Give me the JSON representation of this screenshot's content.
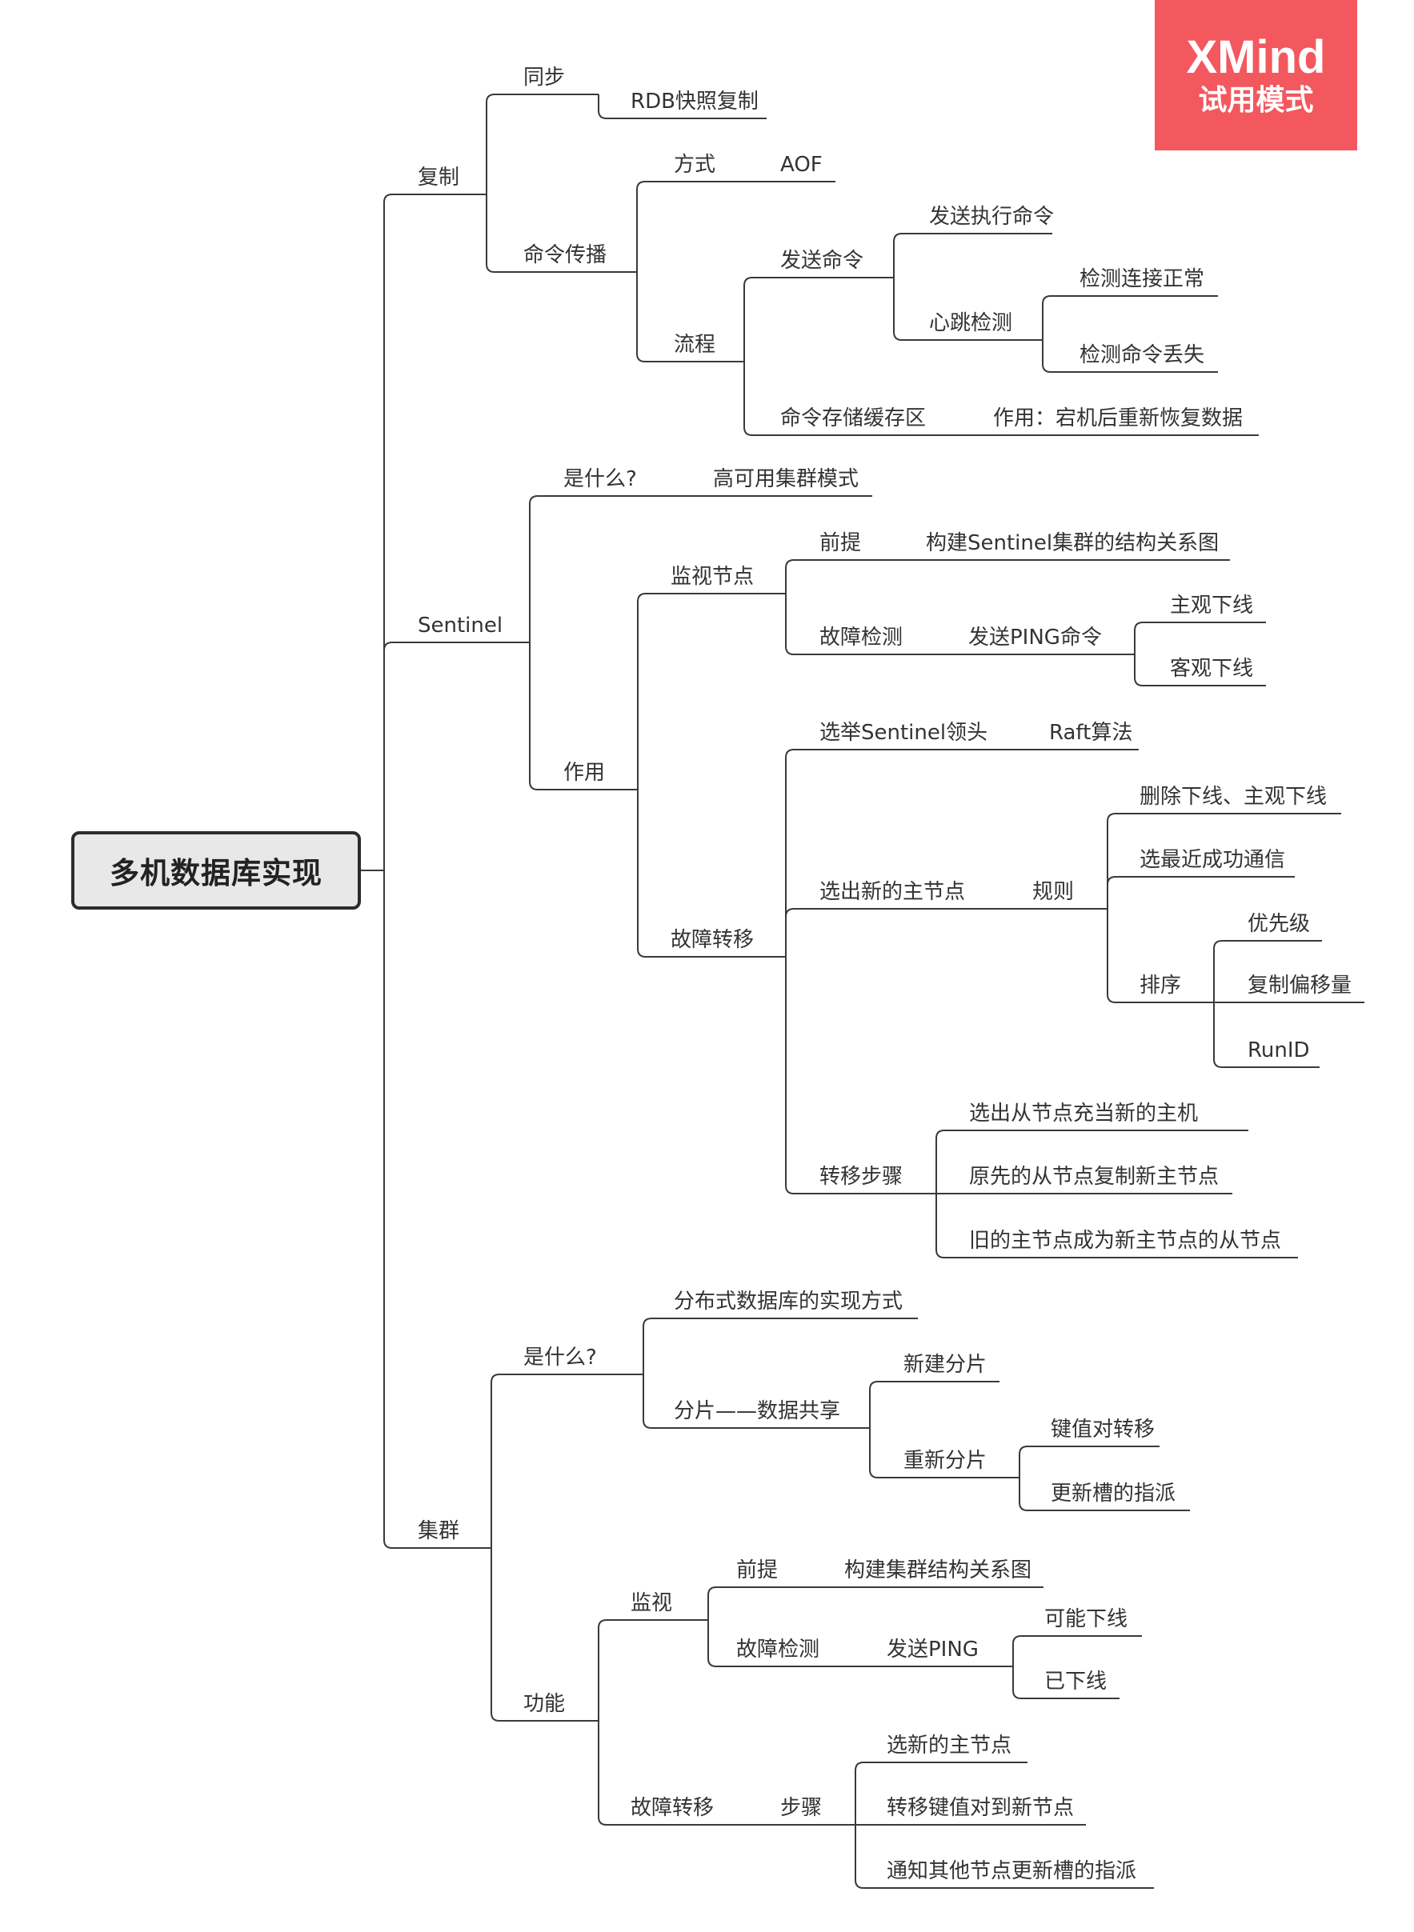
{
  "watermark": {
    "title": "XMind",
    "subtitle": "试用模式"
  },
  "colors": {
    "line": "#3a3a3a",
    "text": "#333333",
    "root_bg": "#e8e8e8",
    "watermark_bg": "#f2585e"
  },
  "mindmap": {
    "root": {
      "label": "多机数据库实现"
    },
    "topics": [
      {
        "label": "复制",
        "children": [
          {
            "label": "同步",
            "children": [
              {
                "label": "RDB快照复制"
              }
            ]
          },
          {
            "label": "命令传播",
            "children": [
              {
                "label": "方式",
                "children": [
                  {
                    "label": "AOF"
                  }
                ]
              },
              {
                "label": "流程",
                "children": [
                  {
                    "label": "发送命令",
                    "children": [
                      {
                        "label": "发送执行命令"
                      },
                      {
                        "label": "心跳检测",
                        "children": [
                          {
                            "label": "检测连接正常"
                          },
                          {
                            "label": "检测命令丢失"
                          }
                        ]
                      }
                    ]
                  },
                  {
                    "label": "命令存储缓存区",
                    "children": [
                      {
                        "label": "作用：宕机后重新恢复数据"
                      }
                    ]
                  }
                ]
              }
            ]
          }
        ]
      },
      {
        "label": "Sentinel",
        "children": [
          {
            "label": "是什么?",
            "children": [
              {
                "label": "高可用集群模式"
              }
            ]
          },
          {
            "label": "作用",
            "children": [
              {
                "label": "监视节点",
                "children": [
                  {
                    "label": "前提",
                    "children": [
                      {
                        "label": "构建Sentinel集群的结构关系图"
                      }
                    ]
                  },
                  {
                    "label": "故障检测",
                    "children": [
                      {
                        "label": "发送PING命令",
                        "children": [
                          {
                            "label": "主观下线"
                          },
                          {
                            "label": "客观下线"
                          }
                        ]
                      }
                    ]
                  }
                ]
              },
              {
                "label": "故障转移",
                "children": [
                  {
                    "label": "选举Sentinel领头",
                    "children": [
                      {
                        "label": "Raft算法"
                      }
                    ]
                  },
                  {
                    "label": "选出新的主节点",
                    "children": [
                      {
                        "label": "规则",
                        "children": [
                          {
                            "label": "删除下线、主观下线"
                          },
                          {
                            "label": "选最近成功通信"
                          },
                          {
                            "label": "排序",
                            "children": [
                              {
                                "label": "优先级"
                              },
                              {
                                "label": "复制偏移量"
                              },
                              {
                                "label": "RunID"
                              }
                            ]
                          }
                        ]
                      }
                    ]
                  },
                  {
                    "label": "转移步骤",
                    "children": [
                      {
                        "label": "选出从节点充当新的主机"
                      },
                      {
                        "label": "原先的从节点复制新主节点"
                      },
                      {
                        "label": "旧的主节点成为新主节点的从节点"
                      }
                    ]
                  }
                ]
              }
            ]
          }
        ]
      },
      {
        "label": "集群",
        "children": [
          {
            "label": "是什么?",
            "children": [
              {
                "label": "分布式数据库的实现方式"
              },
              {
                "label": "分片——数据共享",
                "children": [
                  {
                    "label": "新建分片"
                  },
                  {
                    "label": "重新分片",
                    "children": [
                      {
                        "label": "键值对转移"
                      },
                      {
                        "label": "更新槽的指派"
                      }
                    ]
                  }
                ]
              }
            ]
          },
          {
            "label": "功能",
            "children": [
              {
                "label": "监视",
                "children": [
                  {
                    "label": "前提",
                    "children": [
                      {
                        "label": "构建集群结构关系图"
                      }
                    ]
                  },
                  {
                    "label": "故障检测",
                    "children": [
                      {
                        "label": "发送PING",
                        "children": [
                          {
                            "label": "可能下线"
                          },
                          {
                            "label": "已下线"
                          }
                        ]
                      }
                    ]
                  }
                ]
              },
              {
                "label": "故障转移",
                "children": [
                  {
                    "label": "步骤",
                    "children": [
                      {
                        "label": "选新的主节点"
                      },
                      {
                        "label": "转移键值对到新节点"
                      },
                      {
                        "label": "通知其他节点更新槽的指派"
                      }
                    ]
                  }
                ]
              }
            ]
          }
        ]
      }
    ]
  }
}
